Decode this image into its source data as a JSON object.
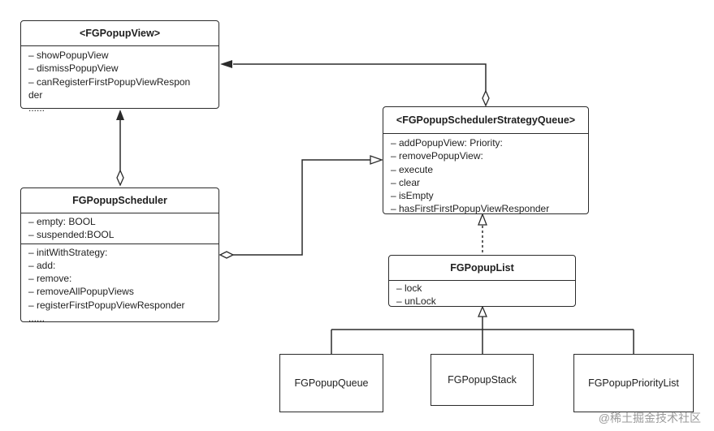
{
  "classes": {
    "popup_view": {
      "name": "<FGPopupView>",
      "methods": [
        "– showPopupView",
        "– dismissPopupView",
        "– canRegisterFirstPopupViewRespon",
        "der",
        "......"
      ]
    },
    "scheduler": {
      "name": "FGPopupScheduler",
      "attributes": [
        "– empty: BOOL",
        "– suspended:BOOL"
      ],
      "methods": [
        "– initWithStrategy:",
        "– add:",
        "– remove:",
        "– removeAllPopupViews",
        "– registerFirstPopupViewResponder",
        "......"
      ]
    },
    "strategy_queue": {
      "name": "<FGPopupSchedulerStrategyQueue>",
      "methods": [
        "– addPopupView:  Priority:",
        "– removePopupView:",
        "– execute",
        "– clear",
        "– isEmpty",
        "– hasFirstFirstPopupViewResponder"
      ]
    },
    "popup_list": {
      "name": "FGPopupList",
      "methods": [
        "– lock",
        "– unLock"
      ]
    }
  },
  "subclasses": {
    "queue": "FGPopupQueue",
    "stack": "FGPopupStack",
    "priority_list": "FGPopupPriorityList"
  },
  "watermark": "@稀土掘金技术社区"
}
